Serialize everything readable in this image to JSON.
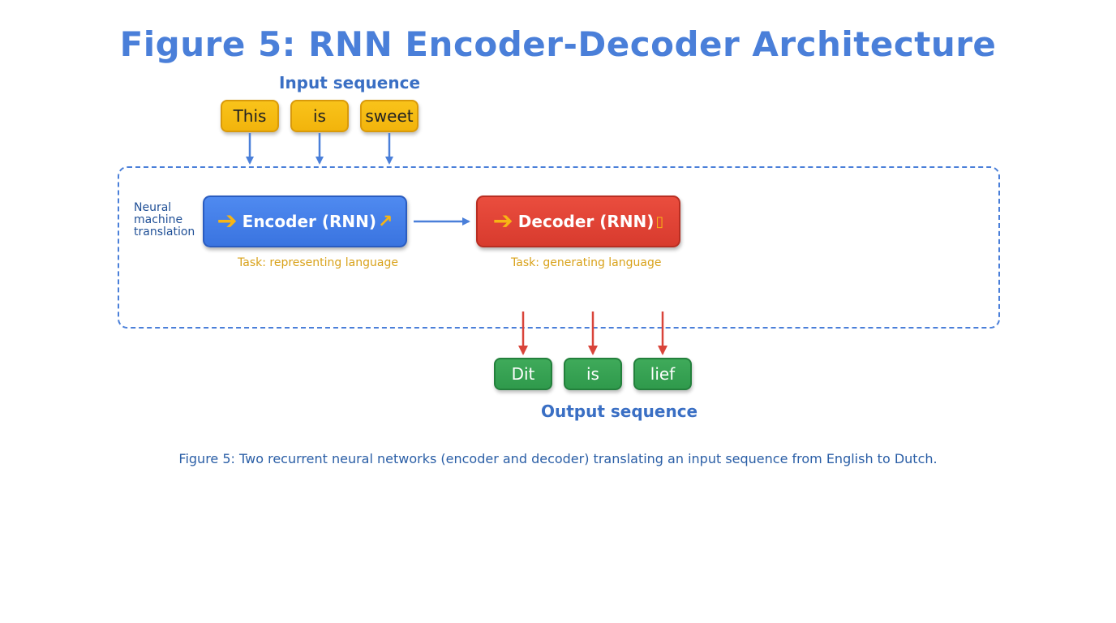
{
  "title": "Figure 5: RNN Encoder-Decoder Architecture",
  "input_label": "Input sequence",
  "input_tokens": [
    "This",
    "is",
    "sweet"
  ],
  "side_label": "Neural\nmachine\ntranslation",
  "encoder": {
    "label": "Encoder (RNN)",
    "lead_icon": "right-arrow-icon",
    "trail_icon": "up-right-arrow-icon",
    "task": "Task: representing language"
  },
  "decoder": {
    "label": "Decoder (RNN)",
    "lead_icon": "right-arrow-icon",
    "trail_icon": "missing-glyph-icon",
    "task": "Task: generating language"
  },
  "output_tokens": [
    "Dit",
    "is",
    "lief"
  ],
  "output_label": "Output sequence",
  "caption": "Figure 5: Two recurrent neural networks (encoder and decoder) translating an input sequence from English to Dutch.",
  "colors": {
    "title": "#4a7fd9",
    "input_token": "#f9c31a",
    "output_token": "#3faa5a",
    "encoder": "#3a74e0",
    "decoder": "#d83b2e",
    "accent_arrow": "#f7b514",
    "input_arrow": "#4a7fd9",
    "output_arrow": "#d9443a",
    "task_text": "#d9a21a"
  }
}
